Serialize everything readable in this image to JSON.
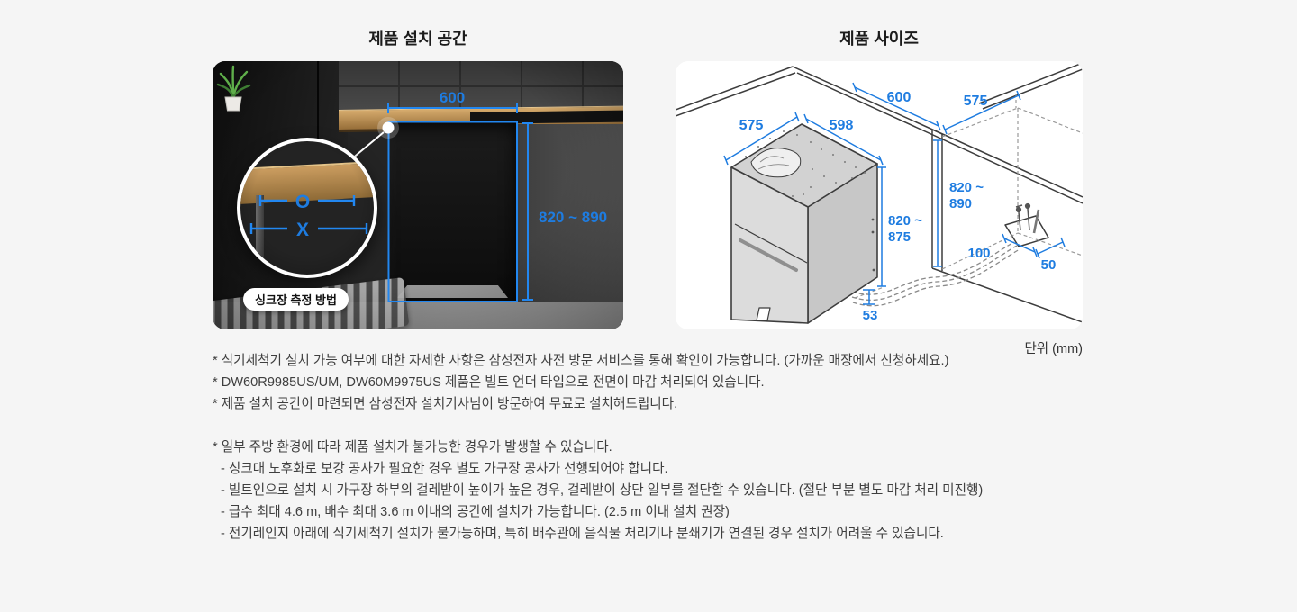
{
  "page": {
    "unit_label": "단위 (mm)"
  },
  "colors": {
    "page_bg": "#f5f5f5",
    "dimension_blue": "#1e7ce0",
    "panel_white": "#ffffff",
    "note_text": "#3f3f3f"
  },
  "left_panel": {
    "title": "제품 설치 공간",
    "dim_width": "600",
    "dim_height": "820 ~ 890",
    "ok_mark": "O",
    "bad_mark": "X",
    "caption_badge": "싱크장 측정 방법"
  },
  "right_panel": {
    "title": "제품 사이즈",
    "dims": {
      "product_depth": "575",
      "product_width": "598",
      "opening_width": "600",
      "cabinet_depth": "575",
      "product_height_1": "820 ~",
      "product_height_2": "875",
      "opening_height_1": "820 ~",
      "opening_height_2": "890",
      "hole_width": "100",
      "hole_offset": "50",
      "base_height": "53"
    }
  },
  "notes": [
    {
      "text": "* 식기세척기 설치 가능 여부에 대한 자세한 사항은 삼성전자 사전 방문 서비스를 통해 확인이 가능합니다. (가까운 매장에서 신청하세요.)"
    },
    {
      "text": "* DW60R9985US/UM, DW60M9975US 제품은 빌트 언더 타입으로 전면이 마감 처리되어 있습니다."
    },
    {
      "text": "* 제품 설치 공간이 마련되면 삼성전자 설치기사님이 방문하여 무료로 설치해드립니다."
    },
    {
      "text": "* 일부 주방 환경에 따라 제품 설치가 불가능한 경우가 발생할 수 있습니다."
    },
    {
      "text": "- 싱크대 노후화로 보강 공사가 필요한 경우 별도 가구장 공사가 선행되어야 합니다."
    },
    {
      "text": "- 빌트인으로 설치 시 가구장 하부의 걸레받이 높이가 높은 경우, 걸레받이 상단 일부를 절단할 수 있습니다. (절단 부분 별도 마감 처리 미진행)"
    },
    {
      "text": "- 급수 최대 4.6 m, 배수 최대 3.6 m 이내의 공간에 설치가 가능합니다. (2.5 m 이내 설치 권장)"
    },
    {
      "text": "- 전기레인지 아래에 식기세척기 설치가 불가능하며, 특히 배수관에 음식물 처리기나 분쇄기가 연결된 경우 설치가 어려울 수 있습니다."
    }
  ]
}
